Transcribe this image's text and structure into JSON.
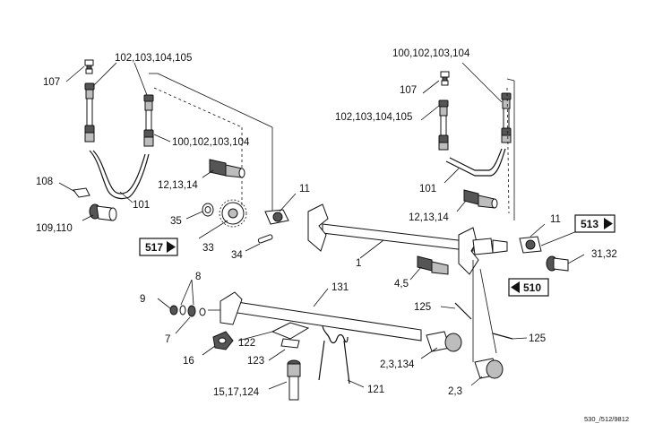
{
  "labels": {
    "l107a": "107",
    "l102a": "102,103,104,105",
    "l100a": "100,102,103,104",
    "l108": "108",
    "l101a": "101",
    "l109": "109,110",
    "l12a": "12,13,14",
    "l11a": "11",
    "l35": "35",
    "l33": "33",
    "l34": "34",
    "l100b": "100,102,103,104",
    "l107b": "107",
    "l102b": "102,103,104,105",
    "l101b": "101",
    "l12b": "12,13,14",
    "l11b": "11",
    "l31": "31,32",
    "l1": "1",
    "l45": "4,5",
    "l8": "8",
    "l9": "9",
    "l7": "7",
    "l131": "131",
    "l125a": "125",
    "l125b": "125",
    "l122": "122",
    "l16": "16",
    "l123": "123",
    "l2134": "2,3,134",
    "l23": "2,3",
    "l15": "15,17,124",
    "l121": "121"
  },
  "refs": {
    "r517": "517",
    "r513": "513",
    "r510": "510"
  },
  "drawing_ref": "530_/512/9812"
}
